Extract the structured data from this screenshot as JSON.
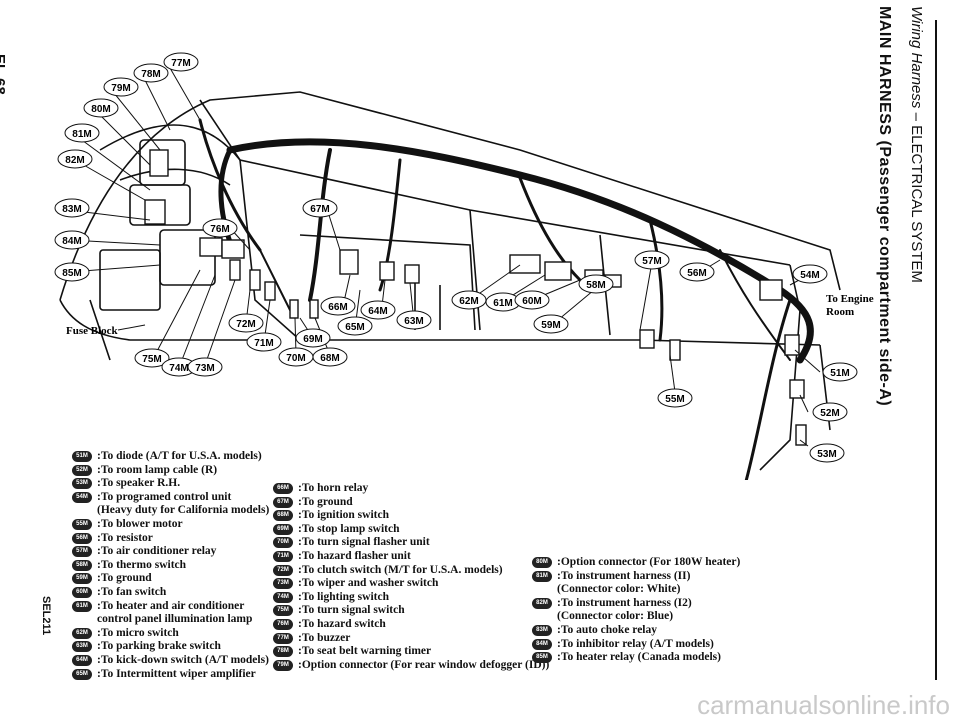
{
  "page_id": "EL-68",
  "side_code": "SEL211",
  "header": {
    "section": "Wiring Harness",
    "dash": "–",
    "system": "ELECTRICAL SYSTEM",
    "title": "MAIN HARNESS (Passenger compartment side-A)"
  },
  "diagram_labels": {
    "fuse_block": "Fuse Block",
    "to_engine": "To Engine",
    "room": "Room"
  },
  "callouts": [
    "77M",
    "78M",
    "79M",
    "80M",
    "81M",
    "82M",
    "83M",
    "84M",
    "85M",
    "76M",
    "67M",
    "66M",
    "64M",
    "65M",
    "63M",
    "62M",
    "61M",
    "60M",
    "59M",
    "58M",
    "57M",
    "56M",
    "54M",
    "55M",
    "51M",
    "52M",
    "53M",
    "72M",
    "71M",
    "69M",
    "70M",
    "68M",
    "75M",
    "74M",
    "73M"
  ],
  "legend_left": [
    {
      "code": "51M",
      "text": "To diode (A/T for U.S.A. models)"
    },
    {
      "code": "52M",
      "text": "To room lamp cable (R)"
    },
    {
      "code": "53M",
      "text": "To speaker R.H."
    },
    {
      "code": "54M",
      "text": "To programed control unit"
    },
    {
      "code": "",
      "text": "(Heavy duty for California models)"
    },
    {
      "code": "55M",
      "text": "To blower motor"
    },
    {
      "code": "56M",
      "text": "To resistor"
    },
    {
      "code": "57M",
      "text": "To air conditioner relay"
    },
    {
      "code": "58M",
      "text": "To thermo switch"
    },
    {
      "code": "59M",
      "text": "To ground"
    },
    {
      "code": "60M",
      "text": "To fan switch"
    },
    {
      "code": "61M",
      "text": "To heater and air conditioner"
    },
    {
      "code": "",
      "text": "control panel illumination lamp"
    },
    {
      "code": "62M",
      "text": "To micro switch"
    },
    {
      "code": "63M",
      "text": "To parking brake switch"
    },
    {
      "code": "64M",
      "text": "To kick-down switch (A/T models)"
    },
    {
      "code": "65M",
      "text": "To Intermittent wiper amplifier"
    }
  ],
  "legend_middle": [
    {
      "code": "66M",
      "text": "To horn relay"
    },
    {
      "code": "67M",
      "text": "To ground"
    },
    {
      "code": "68M",
      "text": "To ignition switch"
    },
    {
      "code": "69M",
      "text": "To stop lamp switch"
    },
    {
      "code": "70M",
      "text": "To turn signal flasher unit"
    },
    {
      "code": "71M",
      "text": "To hazard flasher unit"
    },
    {
      "code": "72M",
      "text": "To clutch switch (M/T for U.S.A. models)"
    },
    {
      "code": "73M",
      "text": "To wiper and washer switch"
    },
    {
      "code": "74M",
      "text": "To lighting switch"
    },
    {
      "code": "75M",
      "text": "To turn signal switch"
    },
    {
      "code": "76M",
      "text": "To hazard switch"
    },
    {
      "code": "77M",
      "text": "To buzzer"
    },
    {
      "code": "78M",
      "text": "To seat belt warning timer"
    },
    {
      "code": "79M",
      "text": "Option connector (For rear window defogger (ID))"
    }
  ],
  "legend_right": [
    {
      "code": "80M",
      "text": "Option connector (For 180W heater)"
    },
    {
      "code": "81M",
      "text": "To instrument harness (II)"
    },
    {
      "code": "",
      "text": "(Connector color: White)"
    },
    {
      "code": "82M",
      "text": "To instrument harness (I2)"
    },
    {
      "code": "",
      "text": "(Connector color: Blue)"
    },
    {
      "code": "83M",
      "text": "To auto choke relay"
    },
    {
      "code": "84M",
      "text": "To inhibitor relay (A/T models)"
    },
    {
      "code": "85M",
      "text": "To heater relay (Canada models)"
    }
  ],
  "watermark": "carmanualsonline.info"
}
